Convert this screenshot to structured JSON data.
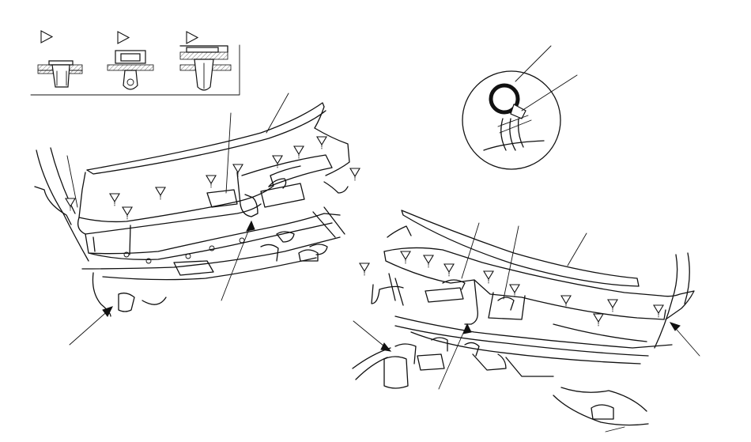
{
  "legend": {
    "fastener_types": [
      {
        "icon": "outline-triangle-icon",
        "kind": "flat-top-clip"
      },
      {
        "icon": "outline-triangle-icon",
        "kind": "grommet-clip"
      },
      {
        "icon": "outline-triangle-icon",
        "kind": "split-prong-clip"
      }
    ]
  },
  "figures": [
    "left-cowl-assembly",
    "right-cowl-assembly",
    "hose-clip-detail"
  ],
  "colors": {
    "ink": "#111111",
    "paper": "#ffffff"
  }
}
